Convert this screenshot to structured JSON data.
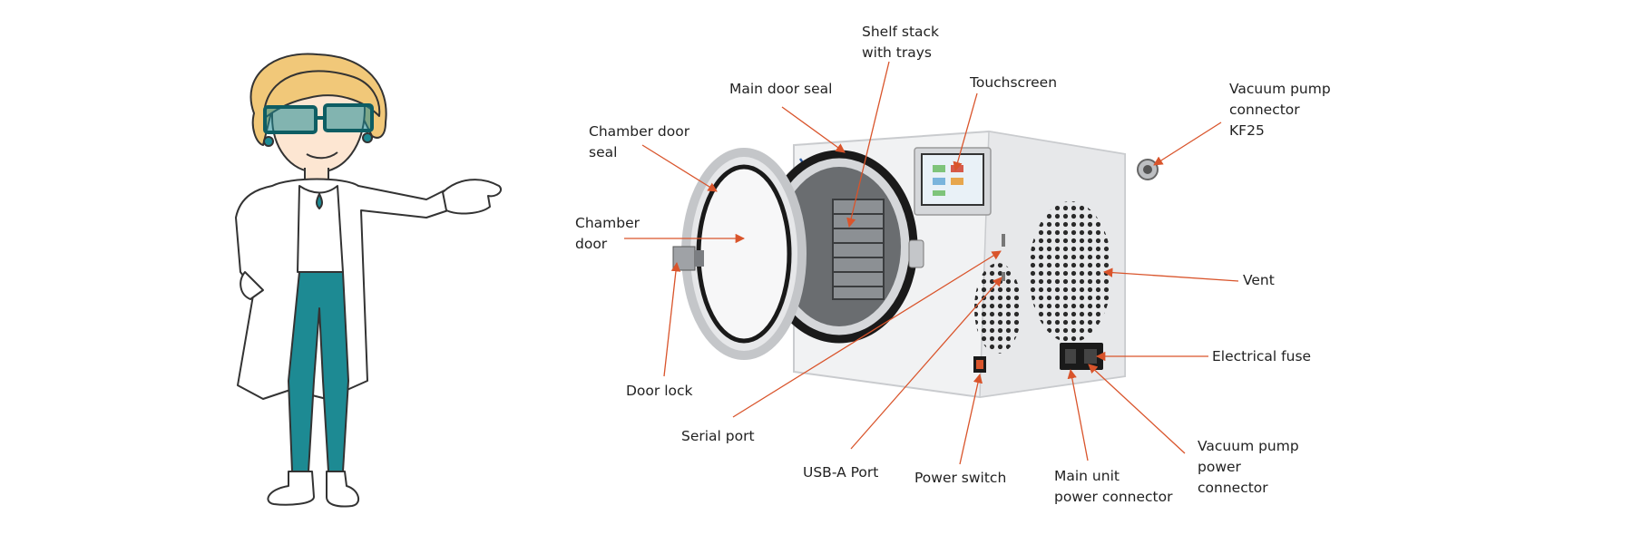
{
  "labels": {
    "shelf_stack": "Shelf stack\nwith trays",
    "touchscreen": "Touchscreen",
    "main_door_seal": "Main door seal",
    "vacuum_pump_connector": "Vacuum pump\nconnector\nKF25",
    "chamber_door_seal": "Chamber door\nseal",
    "chamber_door": "Chamber\ndoor",
    "vent": "Vent",
    "electrical_fuse": "Electrical fuse",
    "door_lock": "Door lock",
    "serial_port": "Serial port",
    "usb_a_port": "USB-A Port",
    "power_switch": "Power switch",
    "main_unit_power_connector": "Main unit\npower connector",
    "vacuum_pump_power_connector": "Vacuum pump\npower\nconnector"
  },
  "colors": {
    "arrow": "#d9542b",
    "machine_body": "#f1f2f3",
    "seal": "#1a1a1a",
    "coat": "#ffffff",
    "pants": "#1d8a93",
    "hair": "#f1c879"
  }
}
